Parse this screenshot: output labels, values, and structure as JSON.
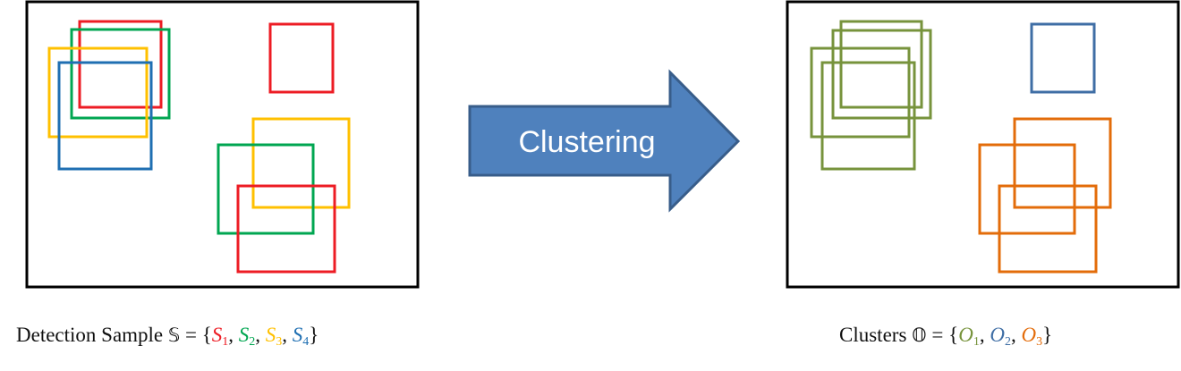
{
  "arrow": {
    "label": "Clustering"
  },
  "colors": {
    "red": "#ed1c24",
    "green": "#00a651",
    "yellow": "#ffc000",
    "blue": "#1f6fb2",
    "olive": "#77933c",
    "slate": "#3f6ea5",
    "orange": "#e36c0a",
    "arrow_fill": "#4f81bd",
    "arrow_stroke": "#385d8a"
  },
  "captions": {
    "left": {
      "prefix": "Detection Sample",
      "set": "𝕊",
      "equals": "=",
      "open": "{",
      "close": "}",
      "comma": ",",
      "items": [
        {
          "letter": "S",
          "sub": "1",
          "color": "#ed1c24"
        },
        {
          "letter": "S",
          "sub": "2",
          "color": "#00a651"
        },
        {
          "letter": "S",
          "sub": "3",
          "color": "#ffc000"
        },
        {
          "letter": "S",
          "sub": "4",
          "color": "#1f6fb2"
        }
      ]
    },
    "right": {
      "prefix": "Clusters",
      "set": "𝕆",
      "equals": "=",
      "open": "{",
      "close": "}",
      "comma": ",",
      "items": [
        {
          "letter": "O",
          "sub": "1",
          "color": "#77933c"
        },
        {
          "letter": "O",
          "sub": "2",
          "color": "#3f6ea5"
        },
        {
          "letter": "O",
          "sub": "3",
          "color": "#e36c0a"
        }
      ]
    }
  }
}
